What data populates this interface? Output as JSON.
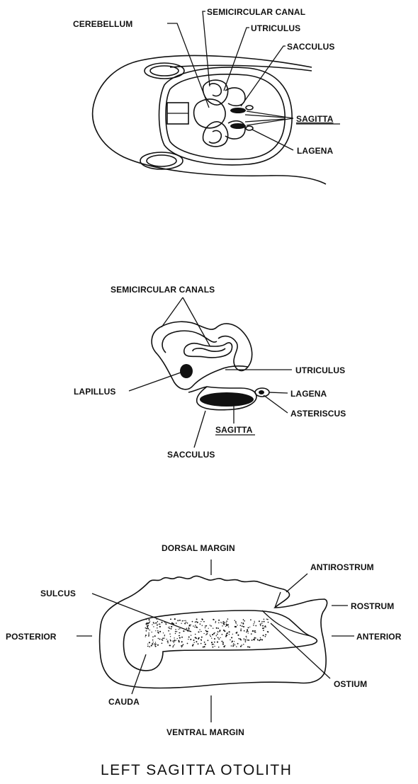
{
  "panel_top": {
    "labels": {
      "cerebellum": "CEREBELLUM",
      "semicircular_canal": "SEMICIRCULAR CANAL",
      "utriculus": "UTRICULUS",
      "sacculus": "SACCULUS",
      "sagitta": "SAGITTA",
      "lagena": "LAGENA"
    }
  },
  "panel_middle": {
    "labels": {
      "semicircular_canals": "SEMICIRCULAR CANALS",
      "utriculus": "UTRICULUS",
      "lapillus": "LAPILLUS",
      "lagena": "LAGENA",
      "asteriscus": "ASTERISCUS",
      "sagitta": "SAGITTA",
      "sacculus": "SACCULUS"
    }
  },
  "panel_bottom": {
    "labels": {
      "dorsal_margin": "DORSAL MARGIN",
      "antirostrum": "ANTIROSTRUM",
      "sulcus": "SULCUS",
      "rostrum": "ROSTRUM",
      "posterior": "POSTERIOR",
      "anterior": "ANTERIOR",
      "ostium": "OSTIUM",
      "cauda": "CAUDA",
      "ventral_margin": "VENTRAL MARGIN"
    },
    "title": "LEFT SAGITTA OTOLITH"
  }
}
